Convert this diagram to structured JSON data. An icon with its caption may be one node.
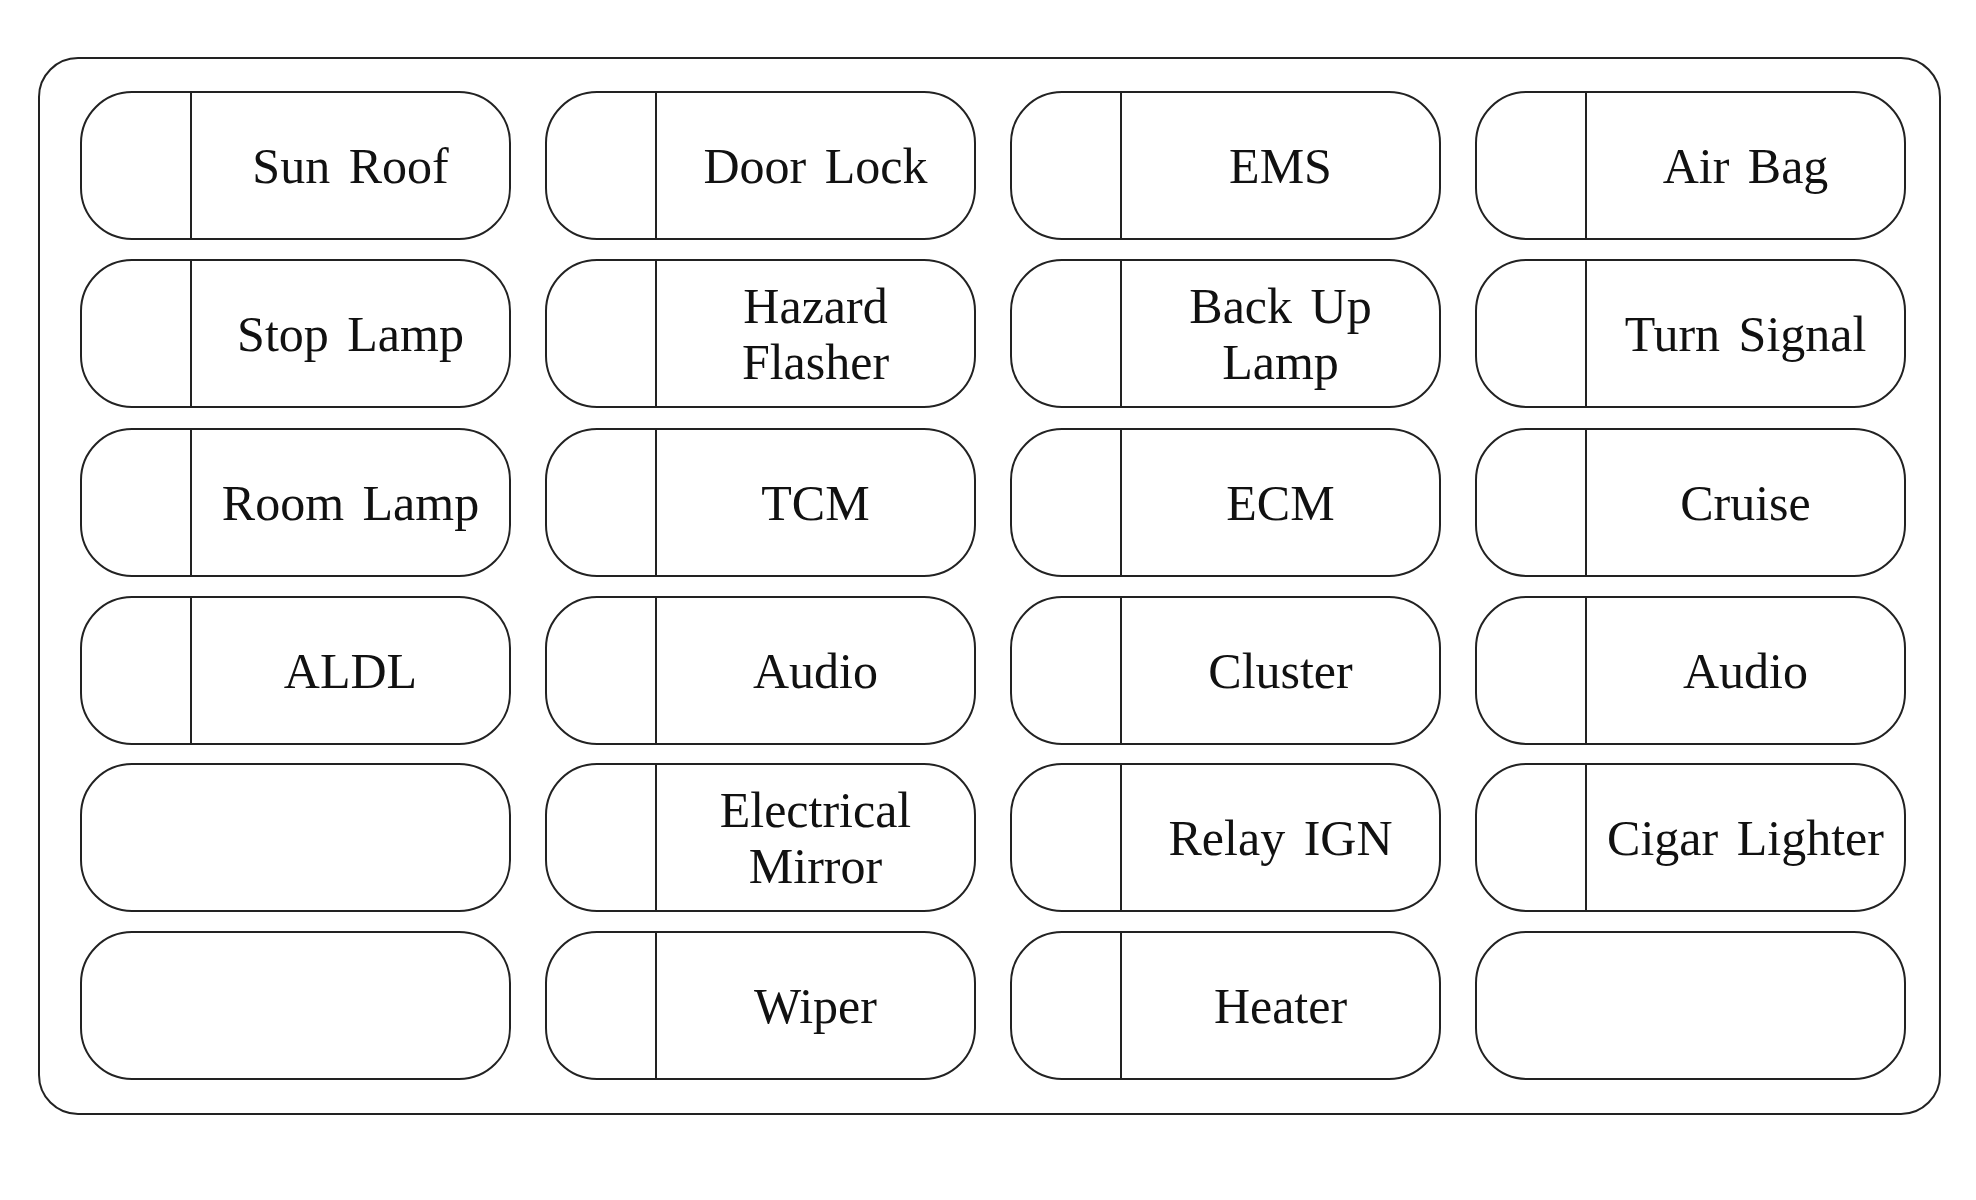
{
  "diagram": {
    "nodes": [
      {
        "text": [],
        "shape": "box"
      },
      {
        "text": [
          "Sun Roof"
        ],
        "in": 0
      },
      {
        "text": [
          "Door Lock"
        ],
        "in": 0
      },
      {
        "text": [
          "EMS"
        ],
        "in": 0
      },
      {
        "text": [
          "Air Bag"
        ],
        "in": 0
      },
      {
        "text": [
          "Stop Lamp"
        ],
        "in": 0
      },
      {
        "text": [
          "Hazard Flasher"
        ],
        "in": 0
      },
      {
        "text": [
          "Back Up Lamp"
        ],
        "in": 0
      },
      {
        "text": [
          "Turn Signal"
        ],
        "in": 0
      },
      {
        "text": [
          "Room Lamp"
        ],
        "in": 0
      },
      {
        "text": [
          "TCM"
        ],
        "in": 0
      },
      {
        "text": [
          "ECM"
        ],
        "in": 0
      },
      {
        "text": [
          "Cruise"
        ],
        "in": 0
      },
      {
        "text": [
          "ALDL"
        ],
        "in": 0
      },
      {
        "text": [
          "Audio"
        ],
        "in": 0
      },
      {
        "text": [
          "Cluster"
        ],
        "in": 0
      },
      {
        "text": [
          "Audio"
        ],
        "in": 0
      },
      {
        "text": [],
        "shape": "box",
        "in": 0
      },
      {
        "text": [
          "Electrical Mirror"
        ],
        "in": 0
      },
      {
        "text": [
          "Relay IGN"
        ],
        "in": 0
      },
      {
        "text": [
          "Cigar Lighter"
        ],
        "in": 0
      },
      {
        "text": [],
        "shape": "box",
        "in": 0
      },
      {
        "text": [
          "Wiper"
        ],
        "in": 0
      },
      {
        "text": [
          "Heater"
        ],
        "in": 0
      },
      {
        "text": [],
        "shape": "box",
        "in": 0
      }
    ]
  }
}
